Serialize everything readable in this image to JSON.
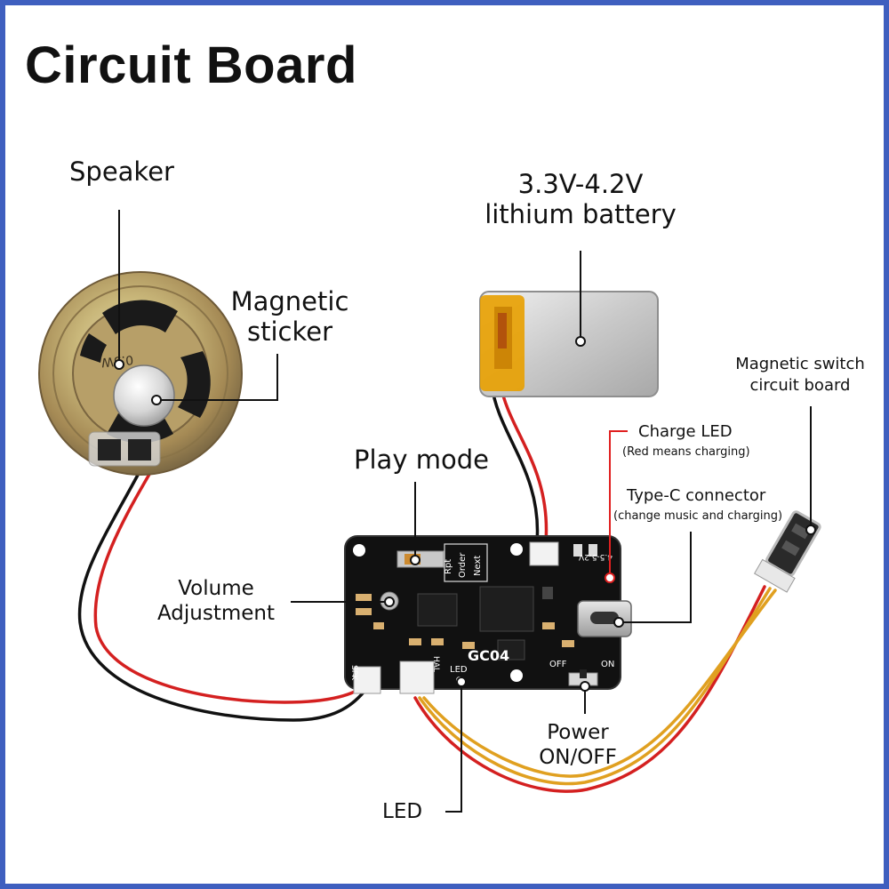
{
  "title": "Circuit Board",
  "colors": {
    "frame": "#3f5fbf",
    "pcb": "#111111",
    "wire_red": "#d42020",
    "wire_black": "#111111",
    "wire_yellow": "#e0a020",
    "battery_wrap": "#e8a000",
    "charge_led_line": "#e02020"
  },
  "labels": {
    "speaker": "Speaker",
    "magnetic_sticker": [
      "Magnetic",
      "sticker"
    ],
    "battery": [
      "3.3V-4.2V",
      "lithium battery"
    ],
    "magnetic_switch": [
      "Magnetic switch",
      "circuit board"
    ],
    "charge_led": "Charge LED",
    "charge_led_note": "(Red means charging)",
    "type_c": "Type-C connector",
    "type_c_note": "(change music and charging)",
    "play_mode": "Play mode",
    "volume": [
      "Volume",
      "Adjustment"
    ],
    "power": [
      "Power",
      "ON/OFF"
    ],
    "led": "LED"
  },
  "speaker_marking": "0.5W",
  "pcb_silkscreen": {
    "model": "GC04",
    "modes": [
      "Rpt",
      "Order",
      "Next"
    ],
    "voltage": "4.5-5.2V",
    "off": "OFF",
    "on": "ON",
    "led": "LED",
    "spk": "SPK",
    "hal": "HAL"
  }
}
